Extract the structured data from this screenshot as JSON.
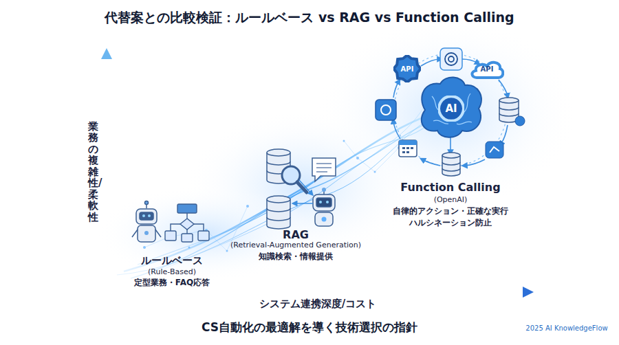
{
  "diagram": {
    "title": "代替案との比較検証：ルールベース vs RAG vs Function Calling",
    "caption": "CS自動化の最適解を導く技術選択の指針",
    "nodes": [
      {
        "text": [
          "API"
        ]
      },
      {
        "text": [
          "API"
        ]
      },
      {
        "text": [
          "AI"
        ]
      }
    ],
    "labels": [
      "業務の複雑性/柔軟性",
      "システム連携深度/コスト",
      "ルールベース",
      "(Rule-Based)",
      "定型業務・FAQ応答",
      "RAG",
      "(Retrieval-Augmented Generation)",
      "知識検索・情報提供",
      "Function Calling",
      "(OpenAI)",
      "自律的アクション・正確な実行",
      "ハルシネーション防止",
      "2025 AI KnowledgeFlow"
    ]
  }
}
